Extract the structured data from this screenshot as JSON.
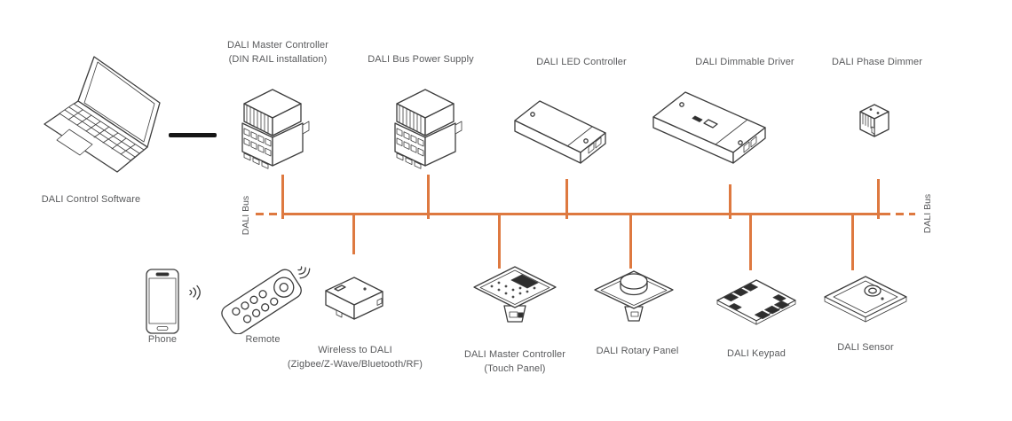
{
  "theme": {
    "bus_color": "#DE7940",
    "line_color": "#3D3D3D",
    "text_color": "#595A5C"
  },
  "control": {
    "label": "DALI Control Software"
  },
  "bus": {
    "left_label": "DALI Bus",
    "right_label": "DALI Bus"
  },
  "top_devices": [
    {
      "label": "DALI Master Controller",
      "sublabel": "(DIN RAIL installation)"
    },
    {
      "label": "DALI Bus Power Supply"
    },
    {
      "label": "DALI LED Controller"
    },
    {
      "label": "DALI Dimmable Driver"
    },
    {
      "label": "DALI Phase Dimmer"
    }
  ],
  "bottom_devices": [
    {
      "label": "Phone"
    },
    {
      "label": "Remote"
    },
    {
      "label": "Wireless to DALI",
      "sublabel": "(Zigbee/Z-Wave/Bluetooth/RF)"
    },
    {
      "label": "DALI Master Controller",
      "sublabel": "(Touch Panel)"
    },
    {
      "label": "DALI Rotary Panel"
    },
    {
      "label": "DALI Keypad"
    },
    {
      "label": "DALI Sensor"
    }
  ]
}
